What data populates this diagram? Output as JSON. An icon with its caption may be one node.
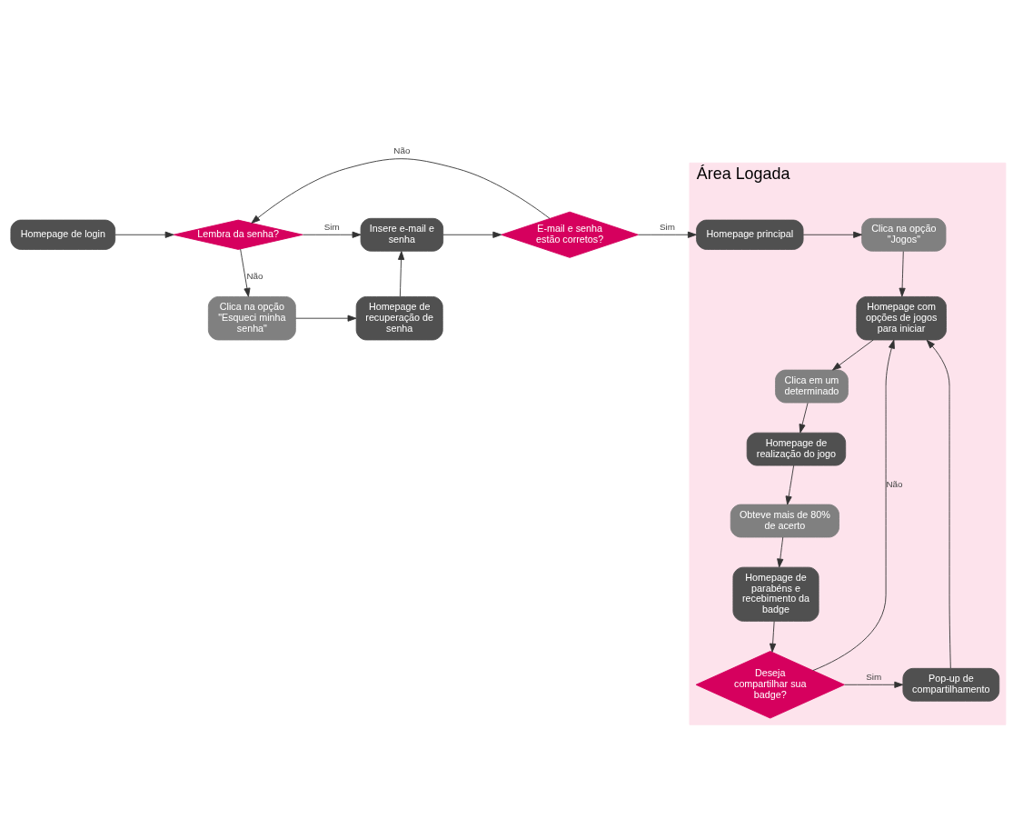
{
  "diagram": {
    "nodes": [
      {
        "text": [
          "Homepage de login"
        ]
      },
      {
        "text": [
          "Lembra da senha?"
        ]
      },
      {
        "text": [
          "Insere e-mail e senha"
        ]
      },
      {
        "text": [
          "E-mail e senha estão corretos?"
        ]
      },
      {
        "text": [
          "Clica na opção \"Esqueci minha senha\""
        ]
      },
      {
        "text": [
          "Homepage de recuperação de senha"
        ]
      },
      {
        "text": [
          "Área Logada"
        ]
      },
      {
        "text": [
          "Homepage principal"
        ],
        "in": 6
      },
      {
        "text": [
          "Clica na opção \"Jogos\""
        ],
        "in": 6
      },
      {
        "text": [
          "Homepage com opções de jogos para iniciar"
        ],
        "in": 6
      },
      {
        "text": [
          "Clica em um determinado"
        ],
        "in": 6
      },
      {
        "text": [
          "Homepage de realização do jogo"
        ],
        "in": 6
      },
      {
        "text": [
          "Obteve mais de 80% de acerto"
        ],
        "in": 6
      },
      {
        "text": [
          "Homepage de parabéns e recebimento da badge"
        ],
        "in": 6
      },
      {
        "text": [
          "Deseja compartilhar sua badge?"
        ],
        "in": 6
      },
      {
        "text": [
          "Pop-up de compartilhamento"
        ],
        "in": 6
      }
    ],
    "edges": [
      {
        "from": 0,
        "to": 1,
        "arrow": "to"
      },
      {
        "from": 1,
        "to": 2,
        "arrow": "to",
        "label": "Sim"
      },
      {
        "from": 1,
        "to": 4,
        "arrow": "to",
        "label": "Não"
      },
      {
        "from": 4,
        "to": 5,
        "arrow": "to"
      },
      {
        "from": 5,
        "to": 2,
        "arrow": "to"
      },
      {
        "from": 2,
        "to": 3,
        "arrow": "to"
      },
      {
        "from": 3,
        "to": 1,
        "arrow": "to",
        "label": "Não"
      },
      {
        "from": 3,
        "to": 7,
        "arrow": "to",
        "label": "Sim"
      },
      {
        "from": 7,
        "to": 8,
        "arrow": "to"
      },
      {
        "from": 8,
        "to": 9,
        "arrow": "to"
      },
      {
        "from": 9,
        "to": 10,
        "arrow": "to"
      },
      {
        "from": 10,
        "to": 11,
        "arrow": "to"
      },
      {
        "from": 11,
        "to": 12,
        "arrow": "to"
      },
      {
        "from": 12,
        "to": 13,
        "arrow": "to"
      },
      {
        "from": 13,
        "to": 14,
        "arrow": "to"
      },
      {
        "from": 14,
        "to": 15,
        "arrow": "to",
        "label": "Sim"
      },
      {
        "from": 14,
        "to": 9,
        "arrow": "to",
        "label": "Não"
      },
      {
        "from": 15,
        "to": 9,
        "arrow": "to"
      }
    ]
  }
}
